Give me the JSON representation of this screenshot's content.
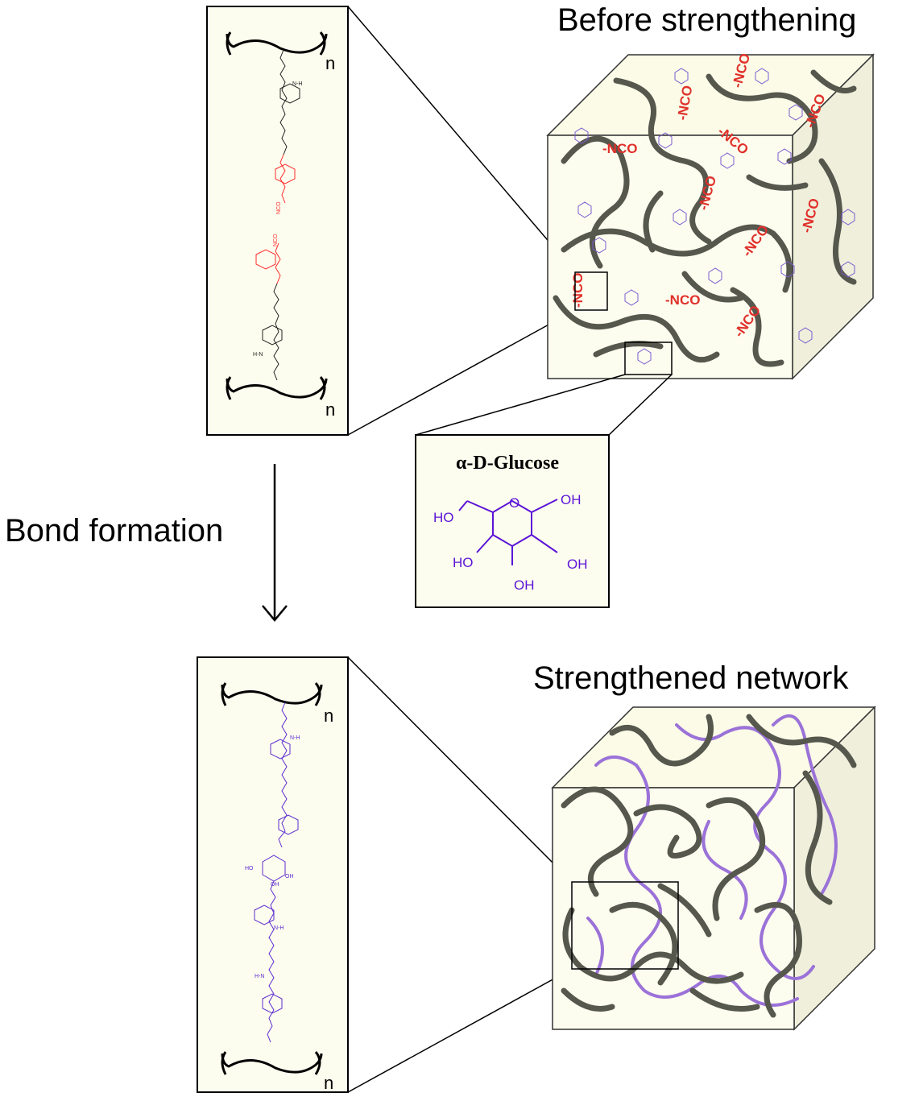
{
  "titles": {
    "before": "Before strengthening",
    "after": "Strengthened network",
    "arrow": "Bond formation"
  },
  "glucose": {
    "title": "α-D-Glucose",
    "labels": [
      "HO",
      "OH",
      "HO",
      "OH",
      "OH"
    ],
    "ring_oxygen": "O"
  },
  "repeat_subscript": "n",
  "nco_label": "-NCO",
  "chem_text": {
    "nh": "N-H",
    "hn": "H-N",
    "nco_short": "NCO",
    "ho": "HO",
    "oh": "OH",
    "o": "O"
  },
  "colors": {
    "panel_fill": "#fdfdef",
    "chain_gray": "#56574d",
    "chain_purple": "#9b72d8",
    "nco_red": "#e0302a",
    "glucose_purple": "#5b14d6"
  }
}
